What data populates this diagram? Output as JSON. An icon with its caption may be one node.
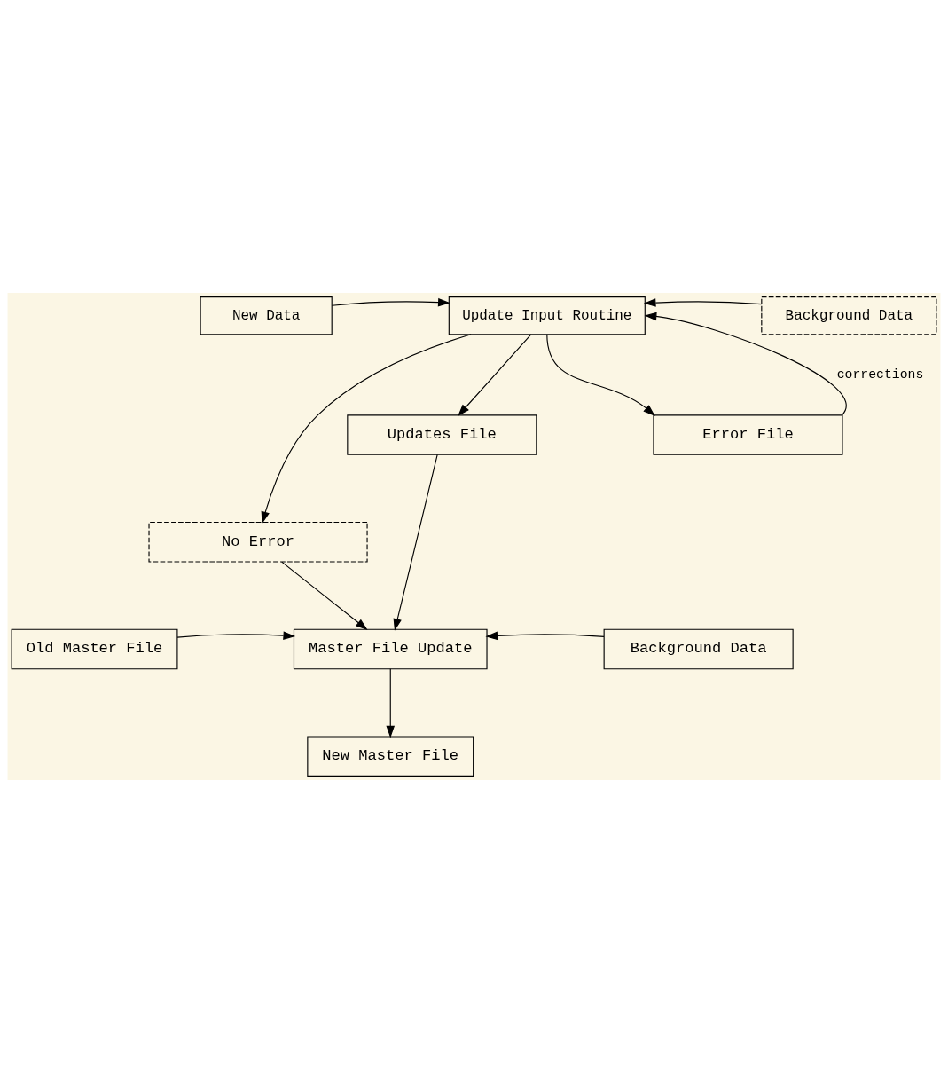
{
  "diagram": {
    "nodes": [
      {
        "text": [
          "New Data"
        ]
      },
      {
        "text": [
          "Update Input Routine"
        ]
      },
      {
        "text": [
          "Background Data"
        ]
      },
      {
        "text": [
          "Updates File"
        ]
      },
      {
        "text": [
          "Error File"
        ]
      },
      {
        "text": [
          "No Error"
        ]
      },
      {
        "text": [
          "Old Master File"
        ]
      },
      {
        "text": [
          "Master File Update"
        ]
      },
      {
        "text": [
          "Background Data"
        ]
      },
      {
        "text": [
          "New Master File"
        ]
      }
    ],
    "edges": [
      {
        "from": 0,
        "to": 1,
        "arrow": "to"
      },
      {
        "from": 2,
        "to": 1,
        "arrow": "to"
      },
      {
        "from": 1,
        "to": 3,
        "arrow": "to"
      },
      {
        "from": 1,
        "to": 5,
        "arrow": "to"
      },
      {
        "from": 1,
        "to": 4,
        "arrow": "to"
      },
      {
        "from": 4,
        "to": 1,
        "arrow": "to",
        "label": "corrections"
      },
      {
        "from": 3,
        "to": 7,
        "arrow": "to"
      },
      {
        "from": 5,
        "to": 7,
        "arrow": "to"
      },
      {
        "from": 6,
        "to": 7,
        "arrow": "to"
      },
      {
        "from": 8,
        "to": 7,
        "arrow": "to"
      },
      {
        "from": 7,
        "to": 9,
        "arrow": "to"
      }
    ]
  }
}
